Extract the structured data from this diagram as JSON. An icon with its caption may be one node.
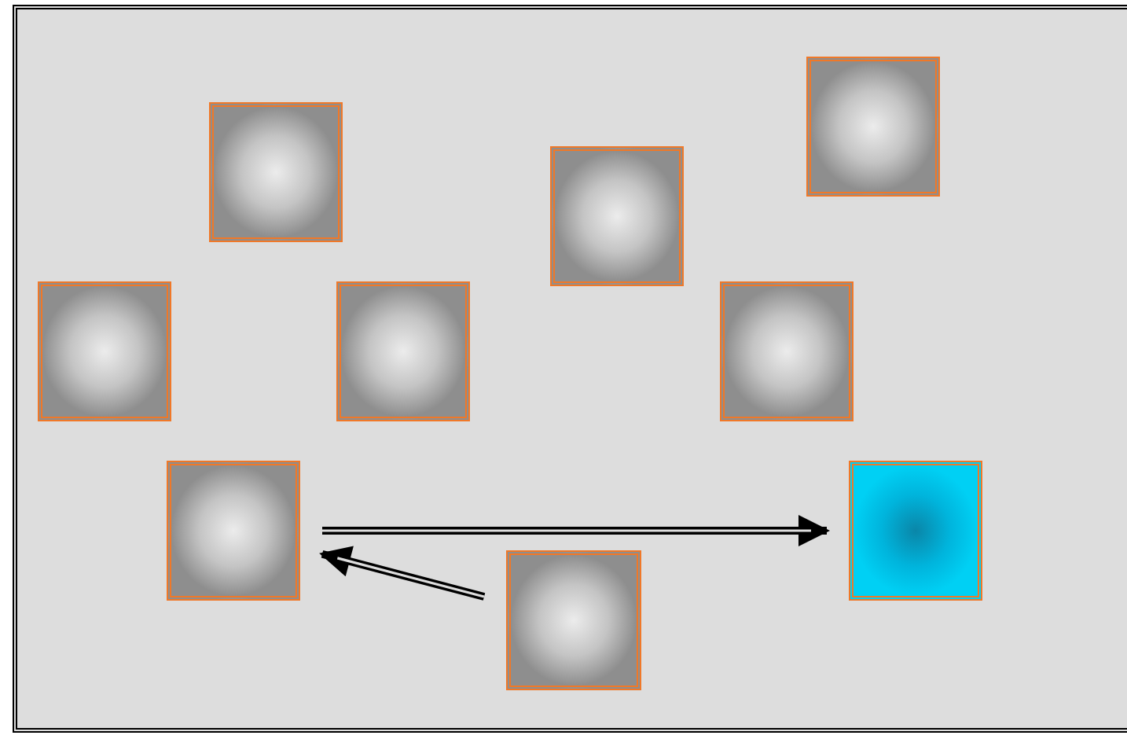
{
  "diagram": {
    "nodes": [
      {
        "text": [],
        "shape": "box"
      },
      {
        "text": [],
        "shape": "box"
      },
      {
        "text": [],
        "shape": "box"
      },
      {
        "text": [],
        "shape": "box"
      },
      {
        "text": [],
        "shape": "box"
      },
      {
        "text": [],
        "shape": "box"
      },
      {
        "text": [],
        "shape": "box"
      },
      {
        "text": [],
        "shape": "box"
      },
      {
        "text": [],
        "shape": "box"
      }
    ],
    "edges": [
      {
        "from": 6,
        "to": 7,
        "arrow": "to"
      },
      {
        "from": 8,
        "to": 6,
        "arrow": "to"
      }
    ]
  }
}
